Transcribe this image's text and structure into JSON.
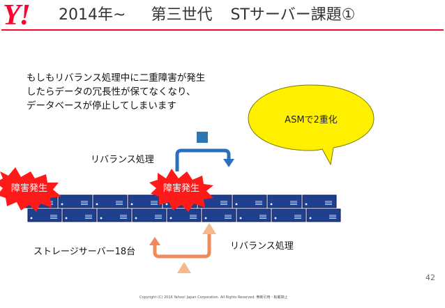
{
  "header": {
    "logo_text": "Y!",
    "title_year": "2014年~",
    "title_gen": "第三世代",
    "title_topic": "STサーバー課題",
    "title_num": "①"
  },
  "warning_lines": [
    "もしもリバランス処理中に二重障害が発生",
    "したらデータの冗長性が保てなくなり、",
    "データベースが停止してしまいます"
  ],
  "bubble_text": "ASMで2重化",
  "rebalance_top_label": "リバランス処理",
  "rebalance_bottom_label": "リバランス処理",
  "burst_left": "障害発生",
  "burst_right": "障害発生",
  "storage_label": "ストレージサーバー18台",
  "footer": "Copyright (C) 2016 Yahoo! Japan Corporation. All Rights Reserved. 無断引用・転載禁止",
  "page_number": "42",
  "colors": {
    "brand_red": "#ff0033",
    "server_blue": "#1f3f8f",
    "server_border": "#0f1f55",
    "arrow_blue": "#2e6fbd",
    "arrow_orange": "#f08a5a",
    "triangle_orange": "#f5b88a",
    "bubble_yellow": "#fff000",
    "burst_red": "#ff1a1a",
    "square_blue": "#2e75b6"
  },
  "servers": {
    "row_count": 2,
    "per_row": 9
  }
}
